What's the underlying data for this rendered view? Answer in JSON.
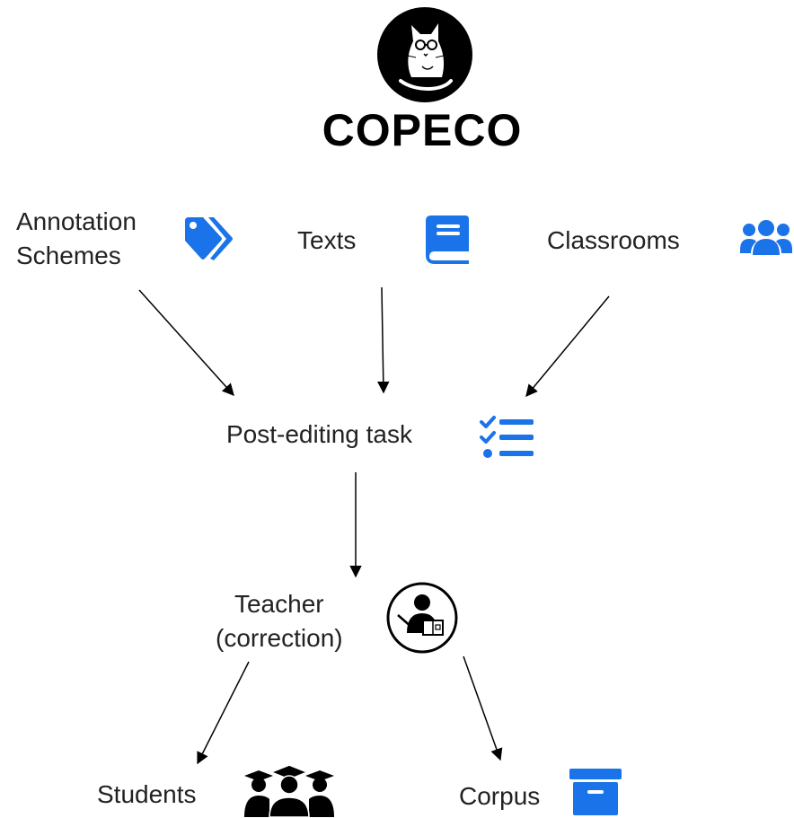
{
  "brand": {
    "title": "COPECO",
    "logo_icon": "cat-with-glasses-logo"
  },
  "nodes": {
    "annotation_schemes": {
      "label": "Annotation\nSchemes",
      "icon": "tags-icon",
      "color": "#1a73e8"
    },
    "texts": {
      "label": "Texts",
      "icon": "book-icon",
      "color": "#1a73e8"
    },
    "classrooms": {
      "label": "Classrooms",
      "icon": "users-icon",
      "color": "#1a73e8"
    },
    "post_editing_task": {
      "label": "Post-editing task",
      "icon": "task-list-icon",
      "color": "#1a73e8"
    },
    "teacher": {
      "label": "Teacher\n(correction)",
      "icon": "teacher-icon",
      "color": "#000000"
    },
    "students": {
      "label": "Students",
      "icon": "graduates-icon",
      "color": "#000000"
    },
    "corpus": {
      "label": "Corpus",
      "icon": "archive-box-icon",
      "color": "#1a73e8"
    }
  },
  "edges": [
    {
      "from": "annotation_schemes",
      "to": "post_editing_task"
    },
    {
      "from": "texts",
      "to": "post_editing_task"
    },
    {
      "from": "classrooms",
      "to": "post_editing_task"
    },
    {
      "from": "post_editing_task",
      "to": "teacher"
    },
    {
      "from": "teacher",
      "to": "students"
    },
    {
      "from": "teacher",
      "to": "corpus"
    }
  ]
}
